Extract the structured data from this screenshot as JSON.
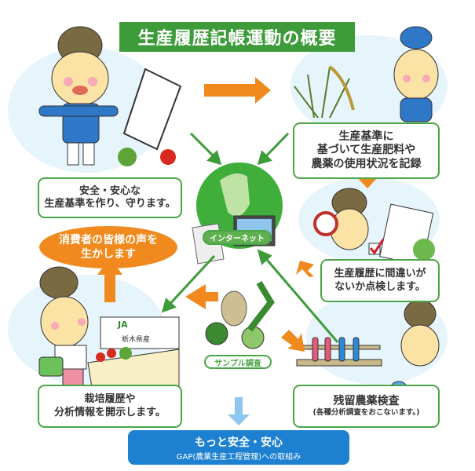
{
  "title": "生産履歴記帳運動の概要",
  "steps": {
    "standards": {
      "line1": "安全・安心な",
      "line2": "生産基準を作り、守ります。"
    },
    "recording": {
      "line1": "生産基準に",
      "line2": "基づいて生産肥料や",
      "line3": "農薬の使用状況を記録"
    },
    "inspection": {
      "line1": "生産履歴に間違いが",
      "line2": "ないか点検します。"
    },
    "residue_test": {
      "line1": "残留農薬検査",
      "line2": "(各種分析調査をおこないます。)"
    },
    "disclosure": {
      "line1": "栽培履歴や",
      "line2": "分析情報を開示します。"
    },
    "consumer_voice": {
      "line1": "消費者の皆様の声を",
      "line2": "生かします"
    }
  },
  "labels": {
    "internet": "インターネット",
    "sample_survey": "サンプル調査",
    "ja_logo": "JA",
    "ja_region": "栃木県産"
  },
  "bottom": {
    "line1": "もっと安全・安心",
    "line2": "GAP(農業生産工程管理)への取組み"
  },
  "colors": {
    "green": "#3d9b3a",
    "orange": "#f08a1e",
    "blue": "#1d80d0",
    "light_blue": "#8ec6ef"
  }
}
